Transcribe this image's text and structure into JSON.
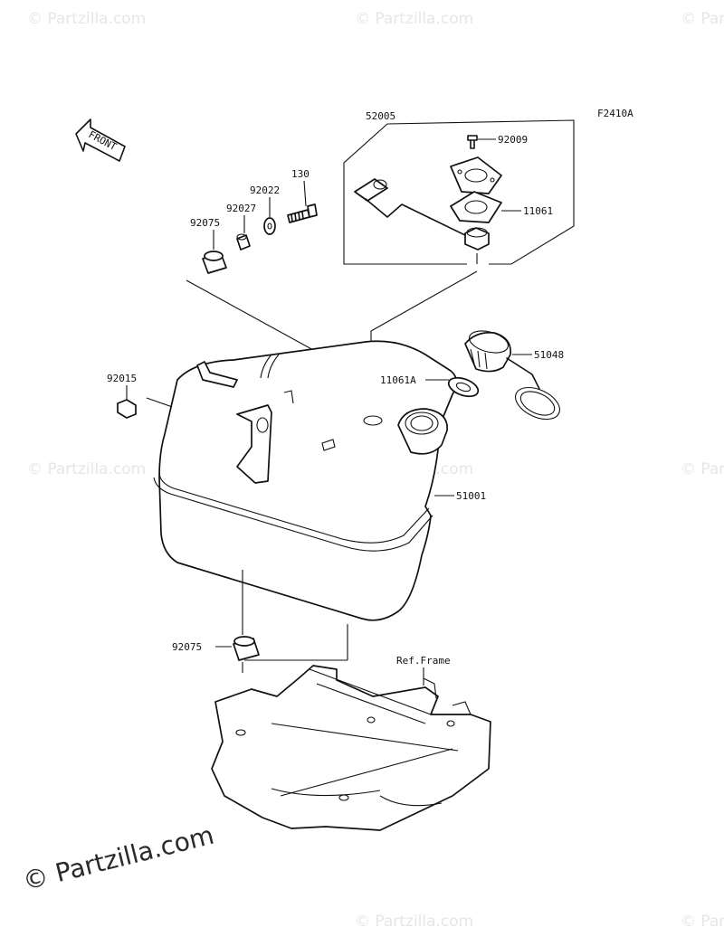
{
  "diagram": {
    "figure_code": "F2410A",
    "front_marker": "FRONT",
    "callouts": {
      "assy_gauge": "52005",
      "screw": "92009",
      "gasket_top": "11061",
      "bolt": "130",
      "washer": "92022",
      "collar": "92027",
      "damper_upper": "92075",
      "nut": "92015",
      "fuel_cap": "51048",
      "cap_gasket": "11061A",
      "fuel_tank": "51001",
      "damper_lower": "92075",
      "frame_ref": "Ref.Frame"
    }
  },
  "watermark": {
    "text": "© Partzilla.com",
    "footer": "© Partzilla.com"
  }
}
